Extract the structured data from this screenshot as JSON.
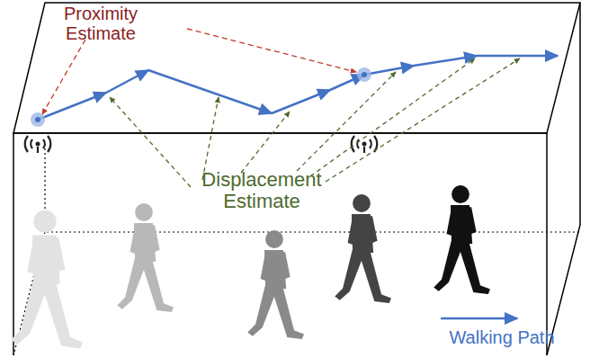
{
  "diagram": {
    "labels": [
      "Proximity Estimate",
      "Displacement Estimate",
      "Walking Path"
    ]
  }
}
